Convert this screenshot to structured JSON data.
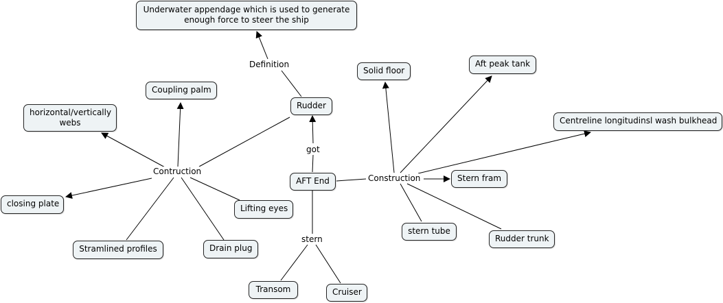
{
  "concepts": {
    "definition_text": "Underwater appendage which is used to generate enough force to steer the ship",
    "rudder": "Rudder",
    "aft_end": "AFT End",
    "coupling_palm": "Coupling palm",
    "webs": "horizontal/vertically webs",
    "closing_plate": "closing plate",
    "stramlined_profiles": "Stramlined profiles",
    "drain_plug": "Drain plug",
    "lifting_eyes": "Lifting eyes",
    "solid_floor": "Solid floor",
    "aft_peak_tank": "Aft peak tank",
    "wash_bulkhead": "Centreline longitudinsl wash bulkhead",
    "stern_fram": "Stern fram",
    "stern_tube": "stern tube",
    "rudder_trunk": "Rudder trunk",
    "transom": "Transom",
    "cruiser": "Cruiser"
  },
  "linking_phrases": {
    "definition": "Definition",
    "got": "got",
    "contruction": "Contruction",
    "construction": "Construction",
    "stern": "stern"
  },
  "connections": [
    {
      "from": "rudder",
      "via": "definition",
      "to": "definition_text"
    },
    {
      "from": "aft_end",
      "via": "got",
      "to": "rudder"
    },
    {
      "from": "rudder",
      "via": "contruction",
      "to": "coupling_palm"
    },
    {
      "from": "rudder",
      "via": "contruction",
      "to": "webs"
    },
    {
      "from": "rudder",
      "via": "contruction",
      "to": "closing_plate"
    },
    {
      "from": "rudder",
      "via": "contruction",
      "to": "stramlined_profiles"
    },
    {
      "from": "rudder",
      "via": "contruction",
      "to": "drain_plug"
    },
    {
      "from": "rudder",
      "via": "contruction",
      "to": "lifting_eyes"
    },
    {
      "from": "aft_end",
      "via": "construction",
      "to": "solid_floor"
    },
    {
      "from": "aft_end",
      "via": "construction",
      "to": "aft_peak_tank"
    },
    {
      "from": "aft_end",
      "via": "construction",
      "to": "wash_bulkhead"
    },
    {
      "from": "aft_end",
      "via": "construction",
      "to": "stern_fram"
    },
    {
      "from": "aft_end",
      "via": "construction",
      "to": "stern_tube"
    },
    {
      "from": "aft_end",
      "via": "construction",
      "to": "rudder_trunk"
    },
    {
      "from": "aft_end",
      "via": "stern",
      "to": "transom"
    },
    {
      "from": "aft_end",
      "via": "stern",
      "to": "cruiser"
    }
  ]
}
